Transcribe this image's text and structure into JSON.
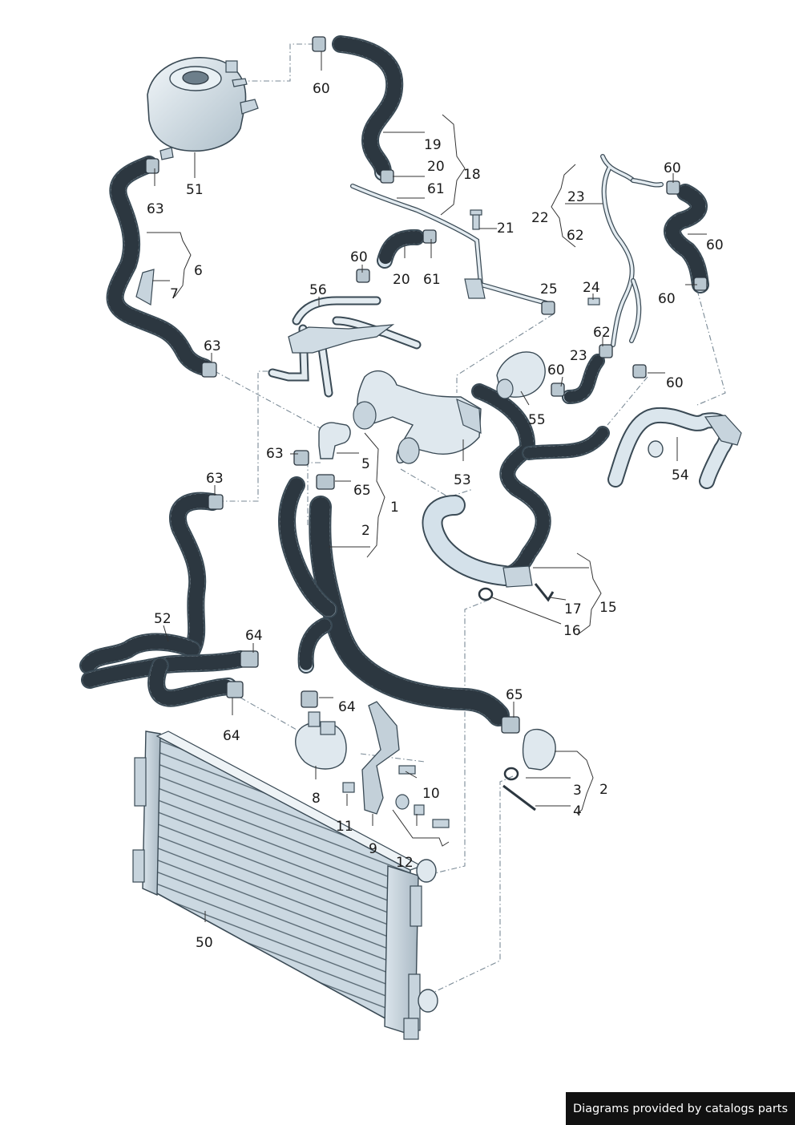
{
  "banner": {
    "text": "Diagrams provided by catalogs parts"
  },
  "callouts": [
    {
      "id": "c60a",
      "text": "60"
    },
    {
      "id": "c51",
      "text": "51"
    },
    {
      "id": "c63a",
      "text": "63"
    },
    {
      "id": "c6",
      "text": "6"
    },
    {
      "id": "c7",
      "text": "7"
    },
    {
      "id": "c19",
      "text": "19"
    },
    {
      "id": "c20a",
      "text": "20"
    },
    {
      "id": "c18",
      "text": "18"
    },
    {
      "id": "c61a",
      "text": "61"
    },
    {
      "id": "c21",
      "text": "21"
    },
    {
      "id": "c60b",
      "text": "60"
    },
    {
      "id": "c20b",
      "text": "20"
    },
    {
      "id": "c61b",
      "text": "61"
    },
    {
      "id": "c56",
      "text": "56"
    },
    {
      "id": "c60c",
      "text": "60"
    },
    {
      "id": "c23a",
      "text": "23"
    },
    {
      "id": "c22",
      "text": "22"
    },
    {
      "id": "c62a",
      "text": "62"
    },
    {
      "id": "c60d",
      "text": "60"
    },
    {
      "id": "c25",
      "text": "25"
    },
    {
      "id": "c24",
      "text": "24"
    },
    {
      "id": "c60e",
      "text": "60"
    },
    {
      "id": "c62b",
      "text": "62"
    },
    {
      "id": "c23b",
      "text": "23"
    },
    {
      "id": "c60f",
      "text": "60"
    },
    {
      "id": "c60g",
      "text": "60"
    },
    {
      "id": "c63b",
      "text": "63"
    },
    {
      "id": "c55",
      "text": "55"
    },
    {
      "id": "c63c",
      "text": "63"
    },
    {
      "id": "c5",
      "text": "5"
    },
    {
      "id": "c65a",
      "text": "65"
    },
    {
      "id": "c53",
      "text": "53"
    },
    {
      "id": "c54",
      "text": "54"
    },
    {
      "id": "c63d",
      "text": "63"
    },
    {
      "id": "c1",
      "text": "1"
    },
    {
      "id": "c2a",
      "text": "2"
    },
    {
      "id": "c15",
      "text": "15"
    },
    {
      "id": "c17",
      "text": "17"
    },
    {
      "id": "c16",
      "text": "16"
    },
    {
      "id": "c52",
      "text": "52"
    },
    {
      "id": "c64a",
      "text": "64"
    },
    {
      "id": "c64b",
      "text": "64"
    },
    {
      "id": "c64c",
      "text": "64"
    },
    {
      "id": "c65b",
      "text": "65"
    },
    {
      "id": "c8",
      "text": "8"
    },
    {
      "id": "c10",
      "text": "10"
    },
    {
      "id": "c2b",
      "text": "2"
    },
    {
      "id": "c3",
      "text": "3"
    },
    {
      "id": "c4",
      "text": "4"
    },
    {
      "id": "c11",
      "text": "11"
    },
    {
      "id": "c9",
      "text": "9"
    },
    {
      "id": "c12",
      "text": "12"
    },
    {
      "id": "c50",
      "text": "50"
    }
  ]
}
